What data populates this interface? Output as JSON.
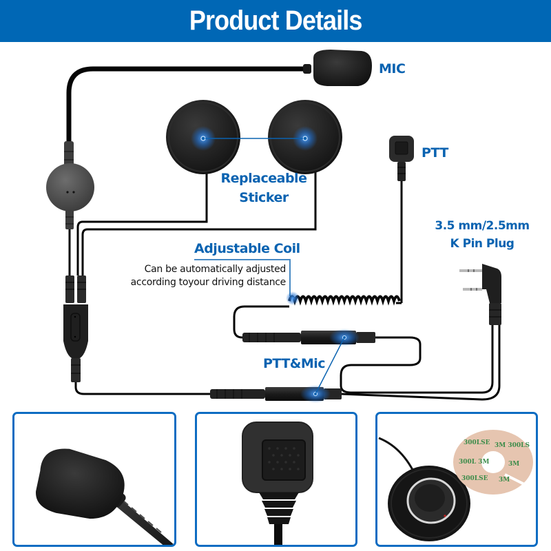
{
  "header": {
    "title": "Product Details",
    "background_color": "#0067b5",
    "text_color": "#ffffff"
  },
  "diagram": {
    "accent_color": "#0a63b1",
    "labels": {
      "mic": "MIC",
      "replaceable_sticker_line1": "Replaceable",
      "replaceable_sticker_line2": "Sticker",
      "ptt": "PTT",
      "plug_line1": "3.5 mm/2.5mm",
      "plug_line2": "K Pin Plug",
      "adjustable_coil": "Adjustable Coil",
      "coil_note_line1": "Can be automatically adjusted",
      "coil_note_line2": "according toyour driving distance",
      "ptt_mic": "PTT&Mic"
    },
    "components": [
      "boom-microphone",
      "left-speaker",
      "right-speaker",
      "volume-control-pod",
      "ptt-button",
      "coiled-cable",
      "k-pin-plug",
      "ptt-mic-connector-upper",
      "ptt-mic-connector-lower",
      "y-splitter"
    ]
  },
  "panels": [
    {
      "name": "microphone-foam-closeup",
      "subject": "Foam windscreen microphone on gooseneck"
    },
    {
      "name": "ptt-button-closeup",
      "subject": "Square PTT push button with strain relief"
    },
    {
      "name": "speaker-and-adhesive-closeup",
      "subject": "Speaker pad with 3M 300LSE adhesive sticker",
      "sticker_text": [
        "3M",
        "300LSE"
      ]
    }
  ],
  "panel_border_color": "#0d6cc2"
}
